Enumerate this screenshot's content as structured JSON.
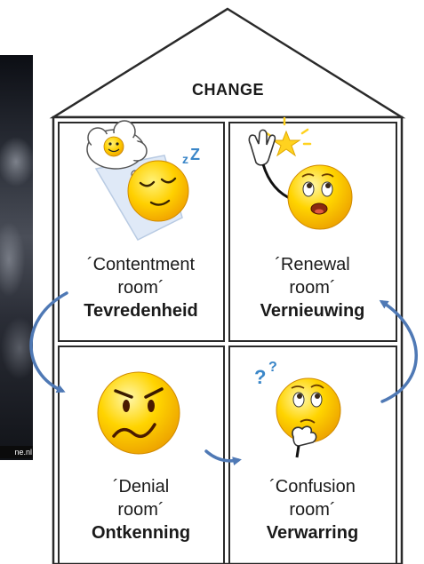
{
  "diagram": {
    "title": "CHANGE",
    "watermark": "ne.nl",
    "rooms": [
      {
        "id": "contentment",
        "line1": "´Contentment",
        "line2": "room´",
        "dutch": "Tevredenheid",
        "emoji": "sleeping-smiley"
      },
      {
        "id": "renewal",
        "line1": "´Renewal",
        "line2": "room´",
        "dutch": "Vernieuwing",
        "emoji": "waving-smiley"
      },
      {
        "id": "denial",
        "line1": "´Denial",
        "line2": "room´",
        "dutch": "Ontkenning",
        "emoji": "frowning-smiley"
      },
      {
        "id": "confusion",
        "line1": "´Confusion",
        "line2": "room´",
        "dutch": "Verwarring",
        "emoji": "confused-smiley"
      }
    ],
    "colors": {
      "outline": "#2a2a2a",
      "arrow": "#4f79b5",
      "smiley_fill": "#ffc400",
      "smiley_light": "#fff27a",
      "cloud": "#d9e6f5",
      "question_mark": "#3a86c8",
      "star": "#ffd21f"
    }
  }
}
